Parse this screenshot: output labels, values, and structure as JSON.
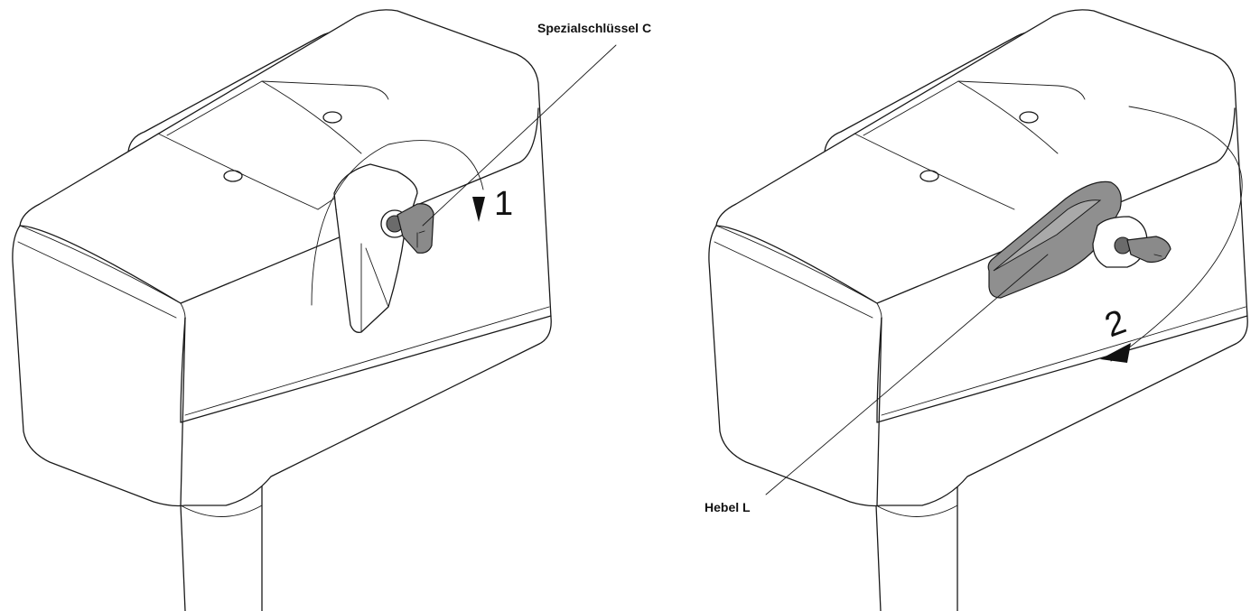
{
  "labels": {
    "left_callout": "Spezialschlüssel C",
    "right_callout": "Hebel L"
  },
  "steps": {
    "step1": "1",
    "step2": "2"
  },
  "colors": {
    "line": "#1a1a1a",
    "lever_fill": "#8f8f8f",
    "background": "#ffffff"
  }
}
